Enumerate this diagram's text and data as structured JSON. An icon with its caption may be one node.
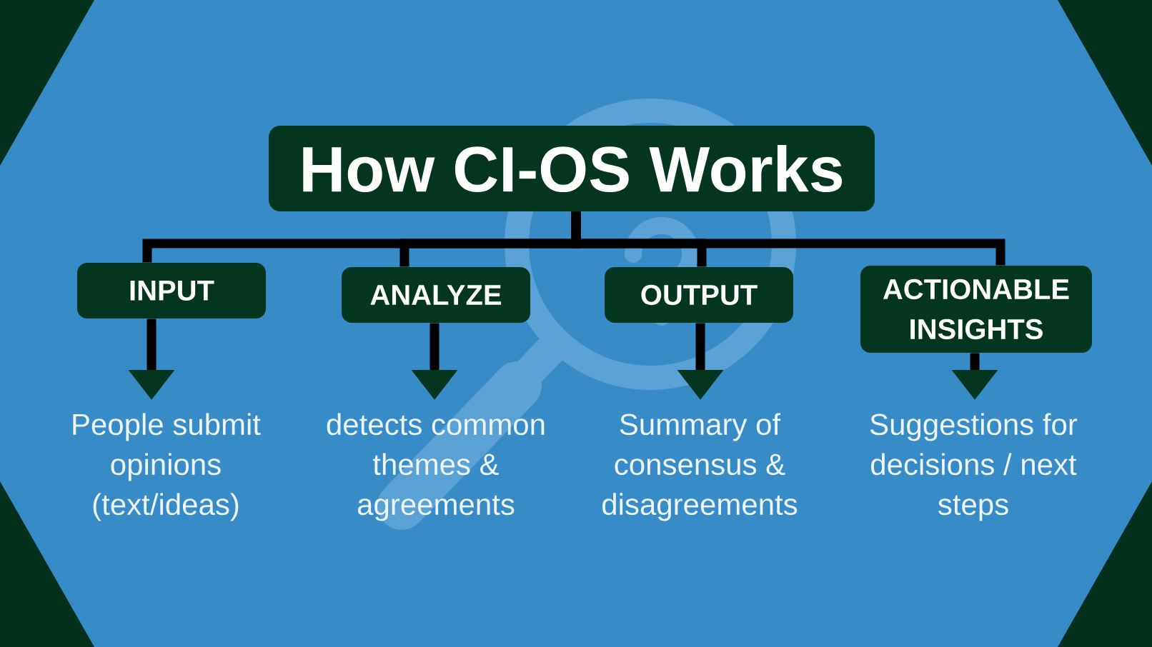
{
  "diagram": {
    "nodes": [
      {
        "text": [
          "How CI-OS Works"
        ]
      },
      {
        "text": [
          "INPUT"
        ]
      },
      {
        "text": [
          "ANALYZE"
        ]
      },
      {
        "text": [
          "OUTPUT"
        ]
      },
      {
        "text": [
          "ACTIONABLE INSIGHTS"
        ]
      },
      {
        "text": [
          "People submit opinions (text/ideas)"
        ]
      },
      {
        "text": [
          "detects common themes & agreements"
        ]
      },
      {
        "text": [
          "Summary of consensus & disagreements"
        ]
      },
      {
        "text": [
          "Suggestions for decisions / next steps"
        ]
      }
    ],
    "edges": [
      {
        "from": 0,
        "to": 1,
        "arrow": "none"
      },
      {
        "from": 0,
        "to": 2,
        "arrow": "none"
      },
      {
        "from": 0,
        "to": 3,
        "arrow": "none"
      },
      {
        "from": 0,
        "to": 4,
        "arrow": "none"
      },
      {
        "from": 1,
        "to": 5,
        "arrow": "to"
      },
      {
        "from": 2,
        "to": 6,
        "arrow": "to"
      },
      {
        "from": 3,
        "to": 7,
        "arrow": "to"
      },
      {
        "from": 4,
        "to": 8,
        "arrow": "to"
      }
    ]
  }
}
